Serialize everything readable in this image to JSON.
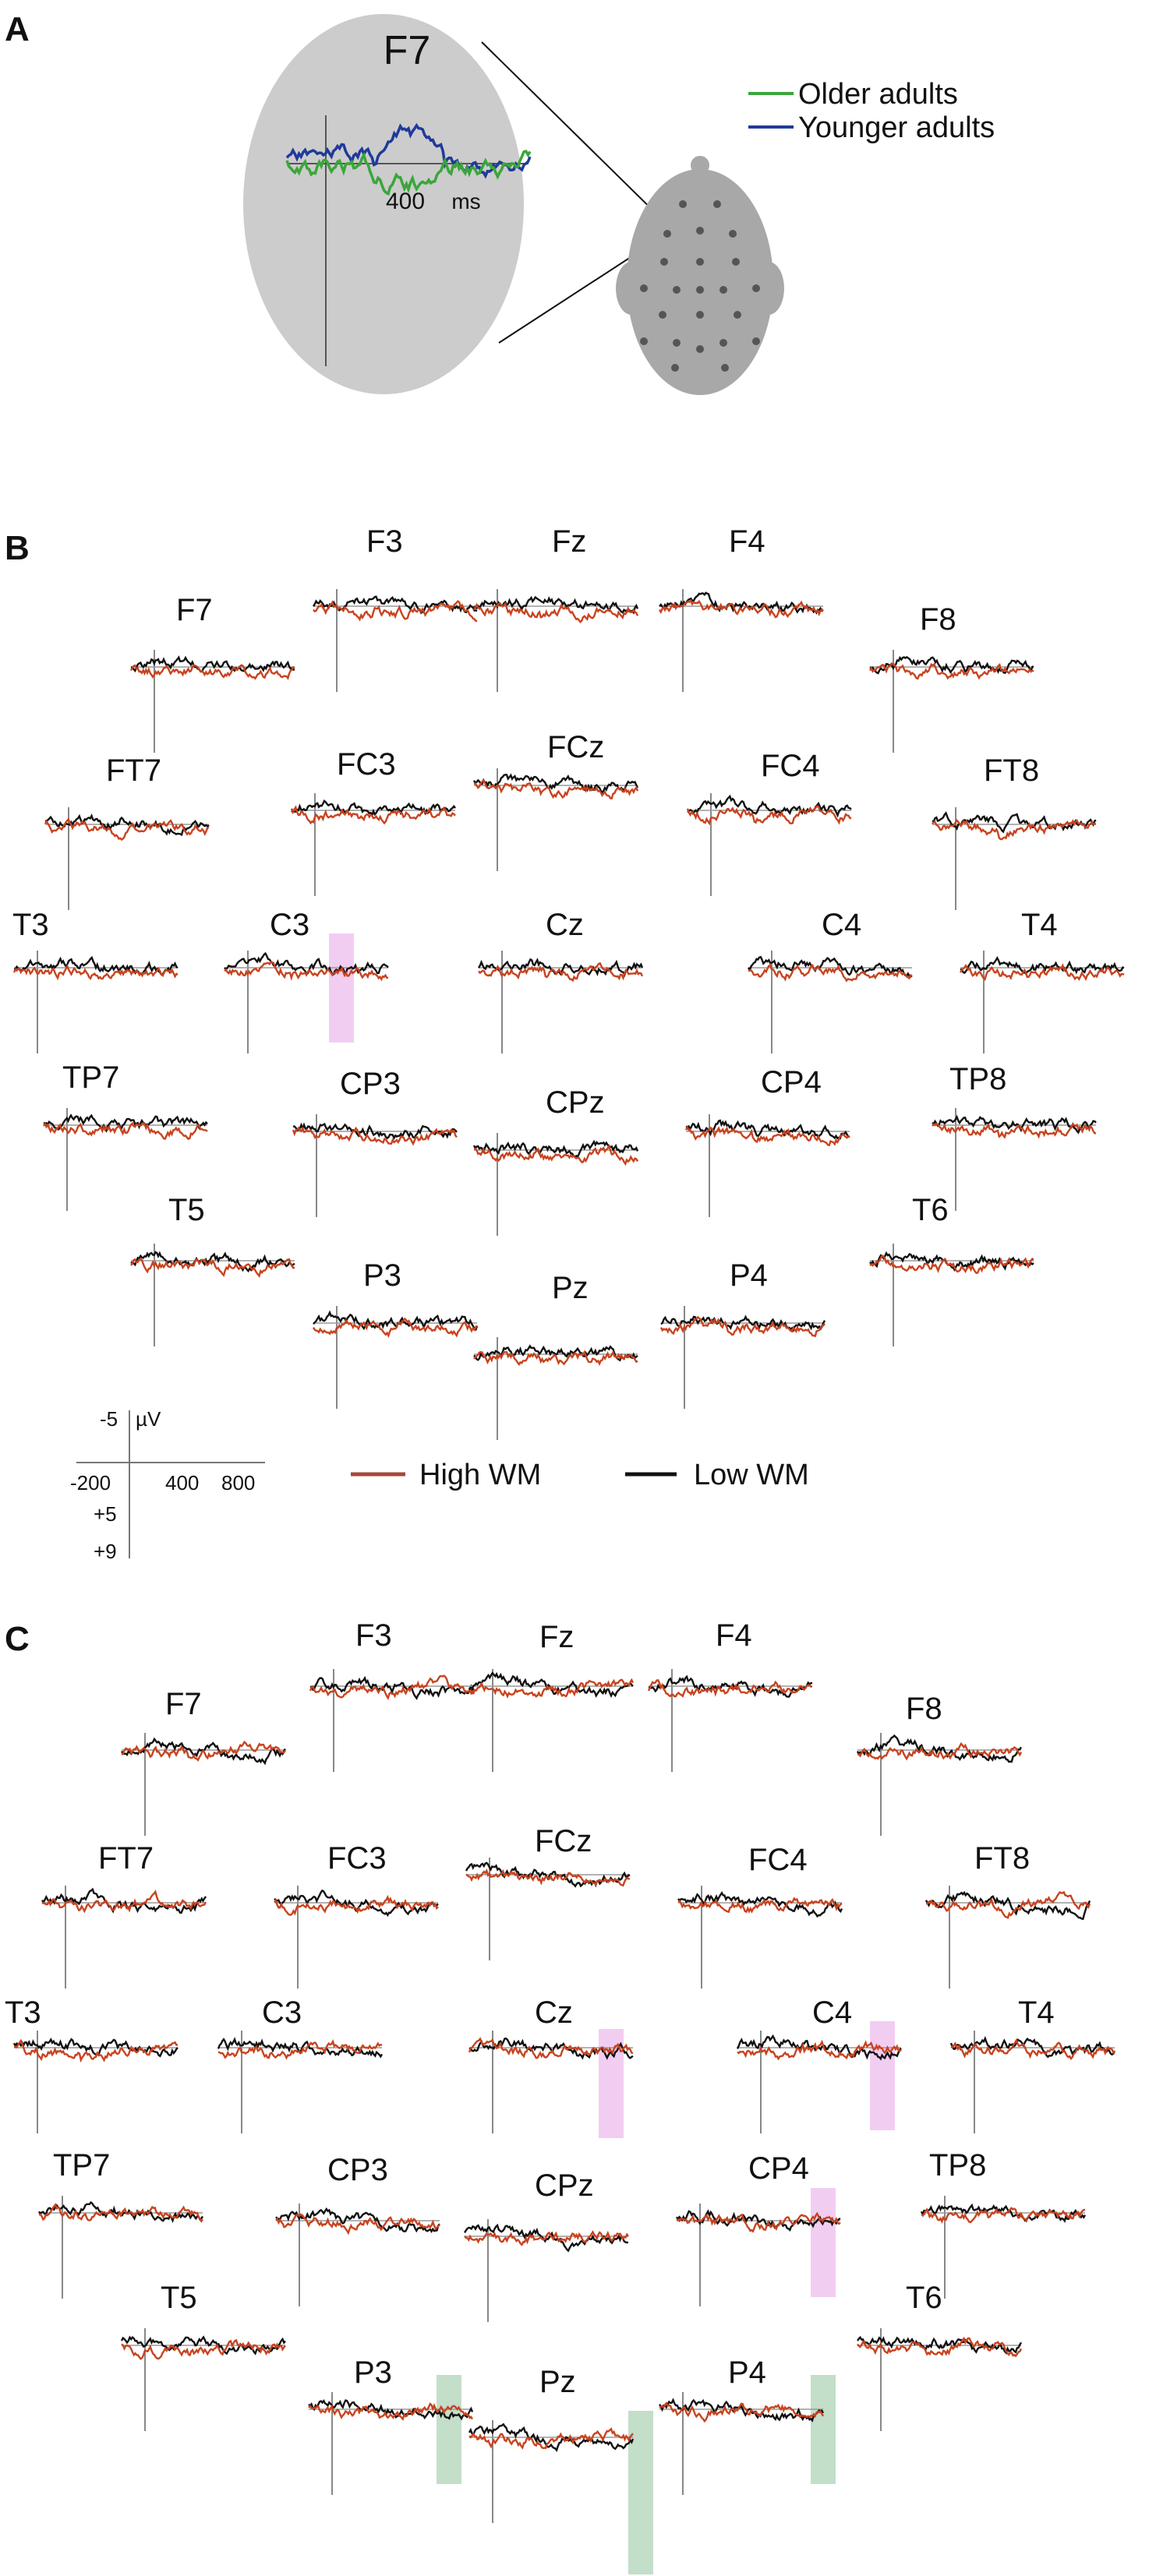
{
  "panel_a": {
    "letter": "A",
    "electrode": "F7",
    "time_marker": "400",
    "time_unit": "ms",
    "legend": [
      {
        "label": "Older adults",
        "color": "#3aa63a"
      },
      {
        "label": "Younger adults",
        "color": "#1f3a9a"
      }
    ]
  },
  "panel_b": {
    "letter": "B"
  },
  "panel_c": {
    "letter": "C"
  },
  "scale_bar": {
    "y_top": "-5",
    "y_unit": "µV",
    "y_mid": "+5",
    "y_bottom": "+9",
    "x_start": "-200",
    "x_mid": "400",
    "x_end": "800"
  },
  "legend": [
    {
      "label": "High WM",
      "color": "#a4493d"
    },
    {
      "label": "Low WM",
      "color": "#111111"
    }
  ],
  "colors": {
    "high_wm": "#c8431f",
    "low_wm": "#111111",
    "older": "#3aa63a",
    "younger": "#1f3a9a",
    "highlight_pink": "#f0c4f0",
    "highlight_green": "#b8d8c0",
    "scalp": "#a8a8a8",
    "zoom_bg": "#cccccc"
  },
  "chart_data": [
    {
      "type": "line",
      "title": "F7",
      "xlabel": "ms",
      "ylabel": "µV",
      "x_ticks": [
        "400"
      ],
      "series": [
        {
          "name": "Older adults"
        },
        {
          "name": "Younger adults"
        }
      ]
    },
    {
      "type": "line",
      "x_ticks": [
        "-200",
        "400",
        "800"
      ],
      "y_ticks": [
        "-5",
        "+5",
        "+9"
      ],
      "ylabel": "µV",
      "series": [
        {
          "name": "High WM"
        },
        {
          "name": "Low WM"
        }
      ],
      "electrodes": [
        "F3",
        "Fz",
        "F4",
        "F7",
        "F8",
        "FT7",
        "FC3",
        "FCz",
        "FC4",
        "FT8",
        "T3",
        "C3",
        "Cz",
        "C4",
        "T4",
        "TP7",
        "CP3",
        "CPz",
        "CP4",
        "TP8",
        "T5",
        "T6",
        "P3",
        "Pz",
        "P4"
      ]
    },
    {
      "type": "line",
      "series": [
        {
          "name": "High WM"
        },
        {
          "name": "Low WM"
        }
      ],
      "electrodes": [
        "F3",
        "Fz",
        "F4",
        "F7",
        "F8",
        "FT7",
        "FC3",
        "FCz",
        "FC4",
        "FT8",
        "T3",
        "C3",
        "Cz",
        "C4",
        "T4",
        "TP7",
        "CP3",
        "CPz",
        "CP4",
        "TP8",
        "T5",
        "T6",
        "P3",
        "Pz",
        "P4"
      ]
    }
  ]
}
